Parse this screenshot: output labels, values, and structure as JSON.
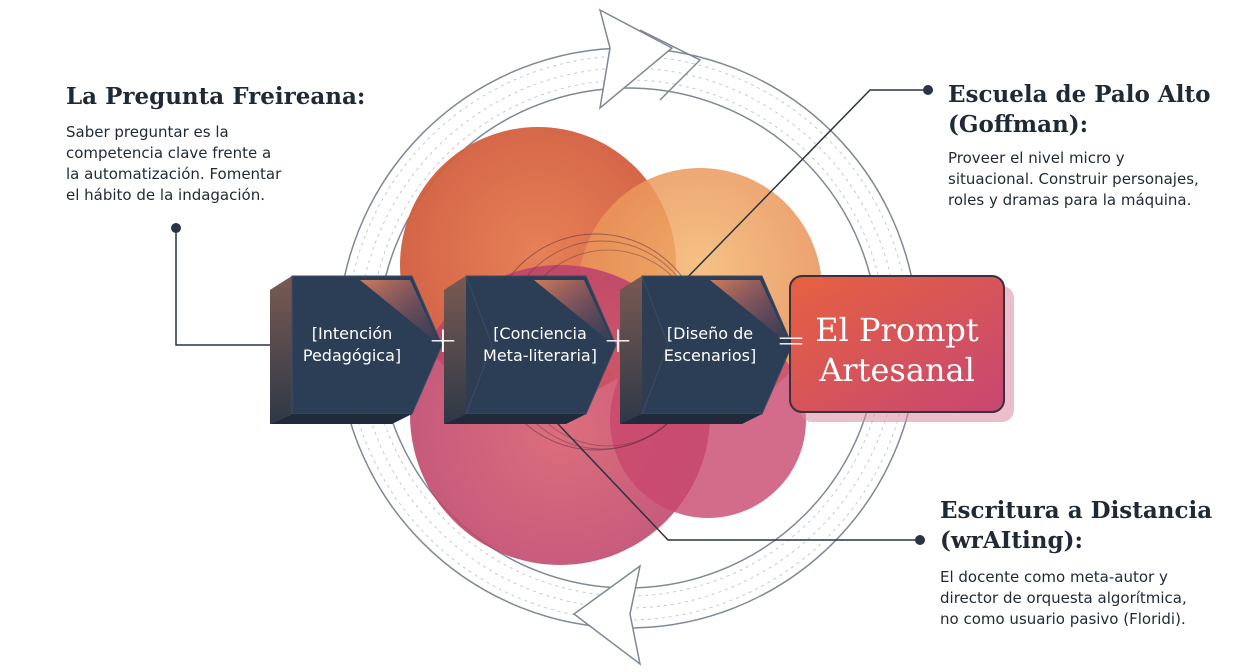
{
  "annotations": {
    "top_left": {
      "title": "La Pregunta Freireana:",
      "body_lines": [
        "Saber preguntar es la",
        "competencia clave frente a",
        "la automatización. Fomentar",
        "el hábito de la indagación."
      ]
    },
    "top_right": {
      "title_lines": [
        "Escuela de Palo Alto",
        "(Goffman):"
      ],
      "body_lines": [
        "Proveer el nivel micro y",
        "situacional. Construir personajes,",
        "roles y dramas para la máquina."
      ]
    },
    "bottom_right": {
      "title_lines": [
        "Escritura a Distancia",
        "(wrAIting):"
      ],
      "body_lines": [
        "El docente como meta-autor y",
        "director de orquesta algorítmica,",
        "no como usuario pasivo (Floridi)."
      ]
    }
  },
  "blocks": [
    {
      "lines": [
        "[Intención",
        "Pedagógica]"
      ]
    },
    {
      "lines": [
        "[Conciencia",
        "Meta-literaria]"
      ]
    },
    {
      "lines": [
        "[Diseño de",
        "Escenarios]"
      ]
    }
  ],
  "operators": [
    "+",
    "+",
    "="
  ],
  "result": {
    "lines": [
      "El Prompt",
      "Artesanal"
    ]
  },
  "colors": {
    "navy": "#2c3e55",
    "connector": "#2a3445",
    "orange": "#d9663f",
    "peach": "#eda461",
    "magenta": "#c84d78",
    "result_top": "#e25d45",
    "result_bottom": "#c9456f",
    "arrow_stroke": "#8a93a0"
  }
}
